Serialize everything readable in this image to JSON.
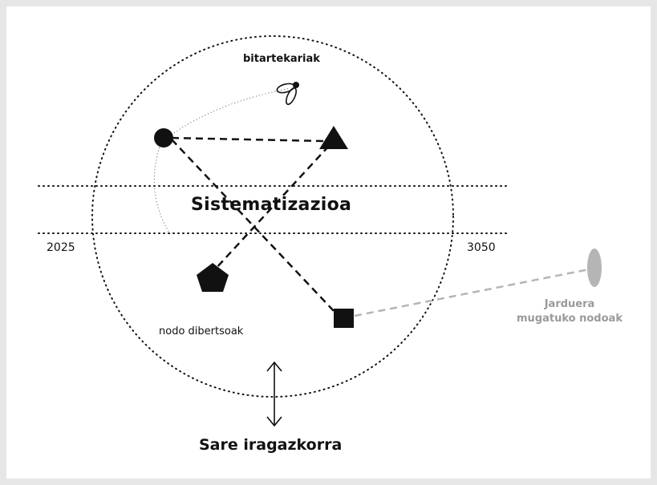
{
  "diagram": {
    "center_label": "Sistematizazioa",
    "top_label": "bitartekariak",
    "left_axis_label": "2025",
    "right_axis_label": "3050",
    "lower_left_label": "nodo dibertsoak",
    "external_label_line1": "Jarduera",
    "external_label_line2": "mugatuko nodoak",
    "bottom_label": "Sare iragazkorra"
  },
  "colors": {
    "background": "#ffffff",
    "page": "#e6e6e6",
    "ink": "#111111",
    "external_node": "#b5b5b5",
    "external_text": "#9a9a9a"
  },
  "icons": [
    "circle-node-icon",
    "triangle-node-icon",
    "pentagon-node-icon",
    "square-node-icon",
    "fly-icon",
    "oval-node-icon",
    "double-arrow-icon"
  ]
}
